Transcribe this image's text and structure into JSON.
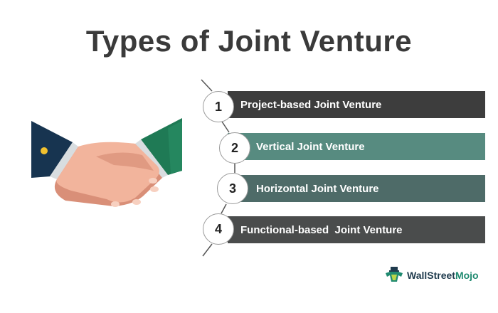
{
  "title": "Types of Joint Venture",
  "items": [
    {
      "number": "1",
      "label": "Project-based Joint Venture",
      "color": "#3d3d3d"
    },
    {
      "number": "2",
      "label": "Vertical Joint Venture",
      "color": "#578b80"
    },
    {
      "number": "3",
      "label": "Horizontal Joint Venture",
      "color": "#4e6b68"
    },
    {
      "number": "4",
      "label": "Functional-based  Joint Venture",
      "color": "#4a4c4c"
    }
  ],
  "illustration": {
    "icon": "handshake-icon",
    "colors": {
      "left_sleeve": "#173450",
      "right_sleeve": "#1f7a55",
      "button": "#f2c12e",
      "skin_light": "#f2b49c",
      "skin_dark": "#d98f78"
    }
  },
  "brand": {
    "name_part1": "WallStreet",
    "name_part2": "Mojo",
    "icon": "mascot-icon"
  }
}
